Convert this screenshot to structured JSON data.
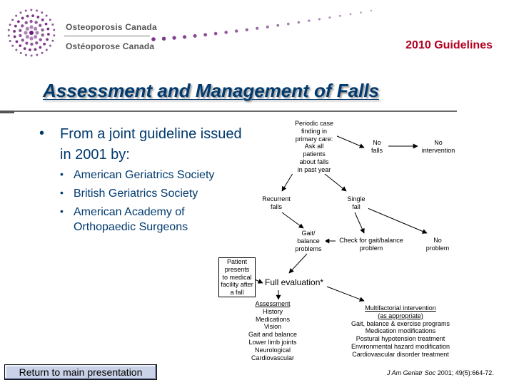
{
  "header": {
    "org_en": "Osteoporosis Canada",
    "org_fr": "Ostéoporose Canada",
    "guidelines": "2010 Guidelines",
    "logo_icon": "dot-circle-logo-icon",
    "dot_trail_icon": "dot-trail-decoration-icon",
    "brand_red": "#b30021",
    "brand_purple": "#6b1f7a"
  },
  "title": "Assessment and Management of Falls",
  "bullets": {
    "main": "From a joint guideline issued in 2001 by:",
    "sub": [
      "American Geriatrics Society",
      "British Geriatrics Society",
      "American Academy of Orthopaedic Surgeons"
    ]
  },
  "flow": {
    "periodic": [
      "Periodic case",
      "finding in",
      "primary care:",
      "Ask all",
      "patients",
      "about falls",
      "in past year"
    ],
    "no_falls": [
      "No",
      "falls"
    ],
    "no_intervention": [
      "No",
      "intervention"
    ],
    "recurrent": [
      "Recurrent",
      "falls"
    ],
    "single": [
      "Single",
      "fall"
    ],
    "gait": [
      "Gait/",
      "balance",
      "problems"
    ],
    "check": [
      "Check for gait/balance",
      "problem"
    ],
    "no_problem": [
      "No",
      "problem"
    ],
    "patient": [
      "Patient",
      "presents",
      "to medical",
      "facility after",
      "a fall"
    ],
    "full_eval": "Full evaluation*",
    "assessment": [
      "Assessment",
      "History",
      "Medications",
      "Vision",
      "Gait and balance",
      "Lower limb joints",
      "Neurological",
      "Cardiovascular"
    ],
    "multifactorial": [
      "Multifactorial intervention",
      "(as appropriate)",
      "Gait, balance & exercise programs",
      "Medication modifications",
      "Postural hypotension treatment",
      "Environmental hazard modification",
      "Cardiovascular disorder treatment"
    ]
  },
  "footer": {
    "return_label": "Return to main presentation",
    "citation_journal": "J Am Geriatr Soc",
    "citation_ref": " 2001; 49(5):664-72."
  }
}
